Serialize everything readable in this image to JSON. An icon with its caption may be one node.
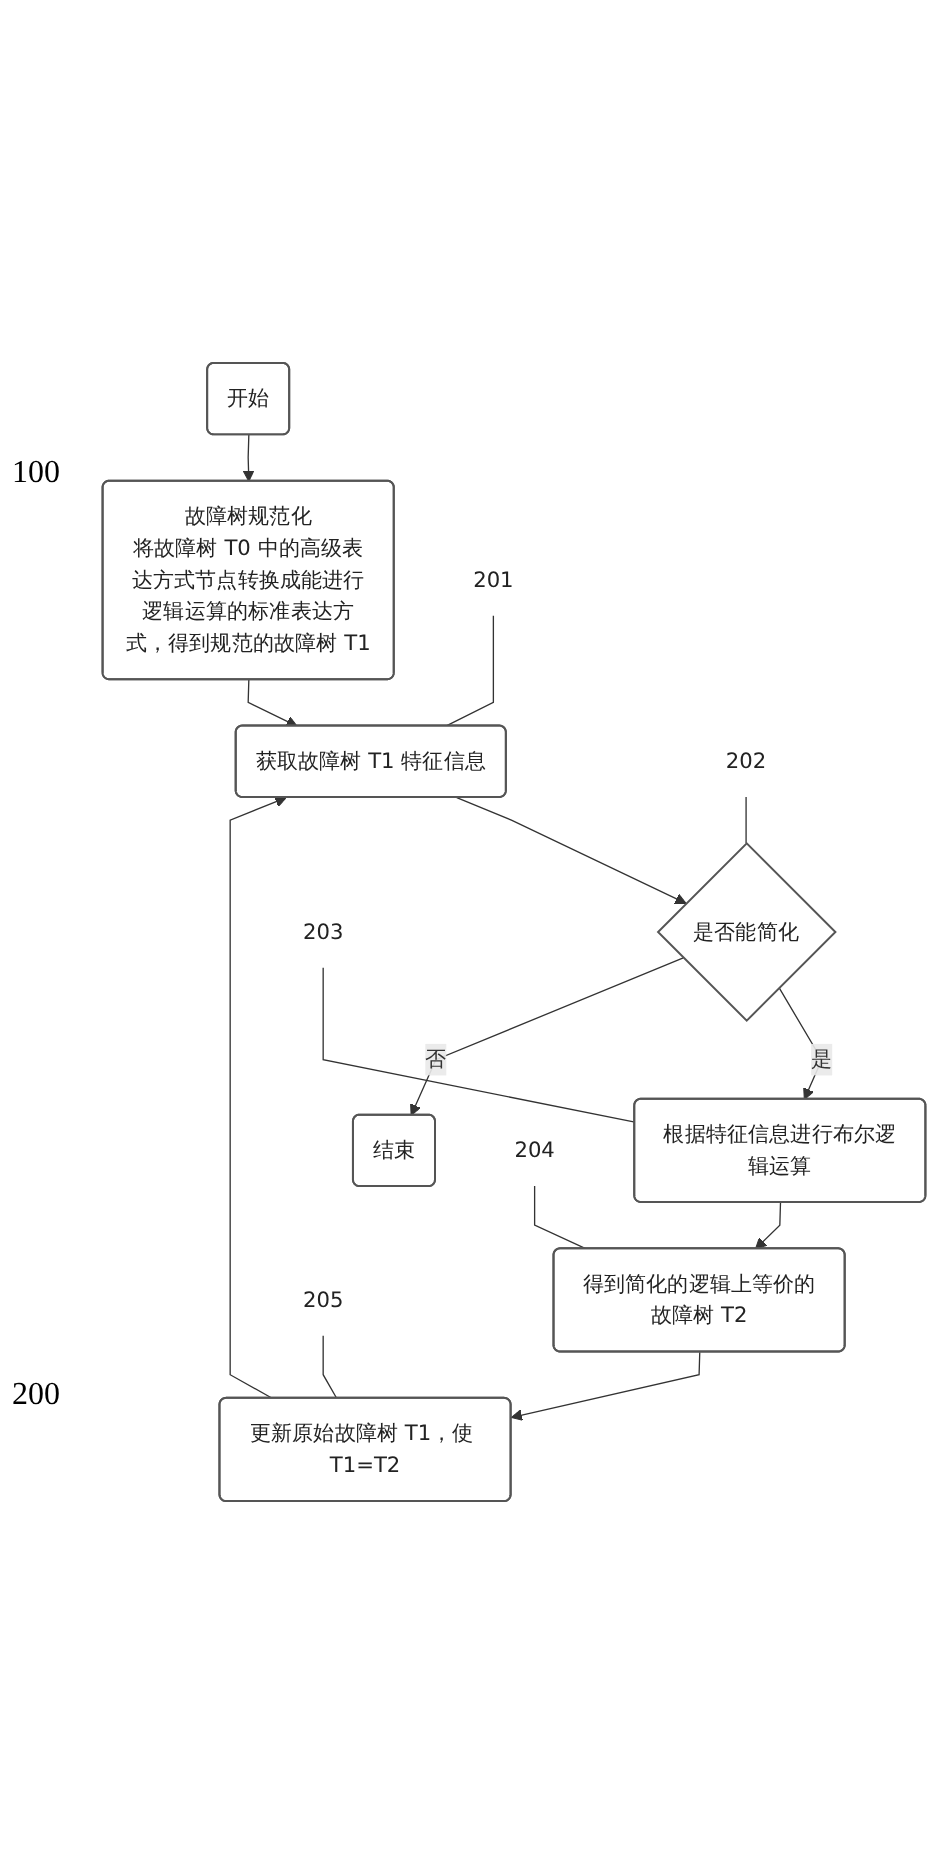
{
  "diagram": {
    "nodes": [
      {
        "text": [
          "开始"
        ]
      },
      {
        "text": [
          "故障树规范化",
          "将故障树 T0 中的高级表达方式节点转换成能进行逻辑运算的标准表达方式，得到规范的故障树 T1"
        ]
      },
      {
        "text": [
          "获取故障树 T1 特征信息"
        ]
      },
      {
        "text": [
          "是否能简化"
        ]
      },
      {
        "text": [
          "根据特征信息进行布尔逻辑运算"
        ]
      },
      {
        "text": [
          "得到简化的逻辑上等价的故障树 T2"
        ]
      },
      {
        "text": [
          "更新原始故障树 T1，使 T1=T2"
        ]
      },
      {
        "text": [
          "结束"
        ]
      },
      {
        "text": [
          "201"
        ]
      },
      {
        "text": [
          "202"
        ]
      },
      {
        "text": [
          "203"
        ]
      },
      {
        "text": [
          "204"
        ]
      },
      {
        "text": [
          "205"
        ]
      }
    ],
    "edges": [
      {
        "from": 0,
        "to": 1,
        "arrow": "to"
      },
      {
        "from": 1,
        "to": 2,
        "arrow": "to"
      },
      {
        "from": 2,
        "to": 3,
        "arrow": "to"
      },
      {
        "from": 3,
        "to": 4,
        "label": "是",
        "arrow": "to"
      },
      {
        "from": 4,
        "to": 5,
        "arrow": "to"
      },
      {
        "from": 5,
        "to": 6,
        "arrow": "to"
      },
      {
        "from": 6,
        "to": 2,
        "arrow": "to"
      },
      {
        "from": 3,
        "to": 7,
        "label": "否",
        "arrow": "to"
      },
      {
        "from": 8,
        "to": 2,
        "arrow": "none"
      },
      {
        "from": 9,
        "to": 3,
        "arrow": "none"
      },
      {
        "from": 10,
        "to": 4,
        "arrow": "none"
      },
      {
        "from": 11,
        "to": 5,
        "arrow": "none"
      },
      {
        "from": 12,
        "to": 6,
        "arrow": "none"
      }
    ],
    "labels": [
      "100",
      "200"
    ]
  }
}
